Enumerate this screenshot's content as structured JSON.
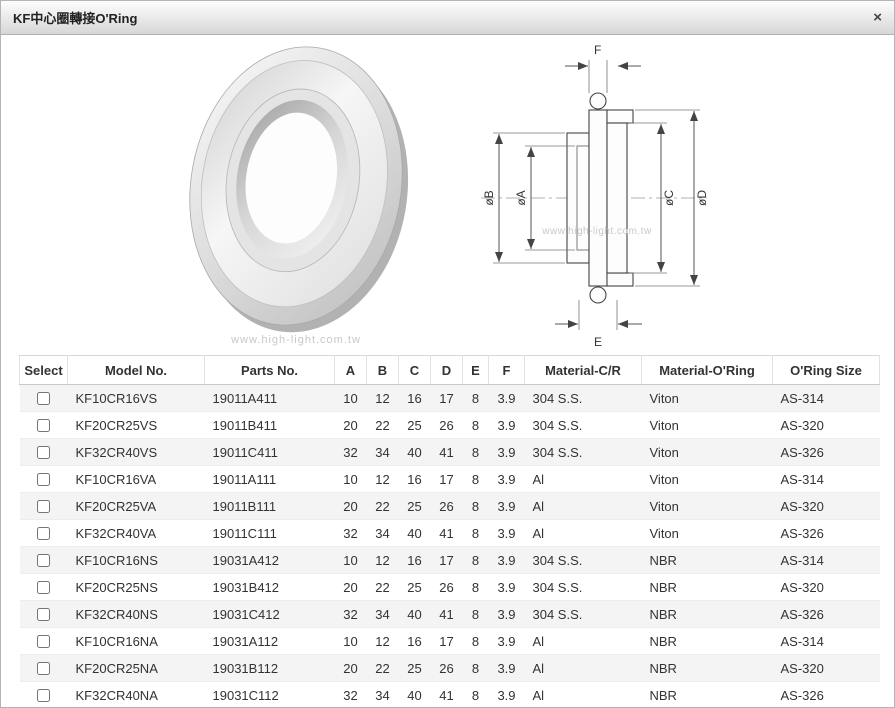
{
  "header": {
    "title": "KF中心圈轉接O'Ring",
    "close_label": "×"
  },
  "figure": {
    "photo_watermark": "www.high-light.com.tw",
    "drawing_watermark": "www.high-light.com.tw",
    "dimension_labels": {
      "f": "F",
      "e": "E",
      "dia_a": "øA",
      "dia_b": "øB",
      "dia_c": "øC",
      "dia_d": "øD"
    }
  },
  "table": {
    "columns": [
      "Select",
      "Model No.",
      "Parts No.",
      "A",
      "B",
      "C",
      "D",
      "E",
      "F",
      "Material-C/R",
      "Material-O'Ring",
      "O'Ring Size"
    ],
    "rows": [
      {
        "model": "KF10CR16VS",
        "parts": "19011A411",
        "a": "10",
        "b": "12",
        "c": "16",
        "d": "17",
        "e": "8",
        "f": "3.9",
        "material_cr": "304 S.S.",
        "material_oring": "Viton",
        "oring_size": "AS-314"
      },
      {
        "model": "KF20CR25VS",
        "parts": "19011B411",
        "a": "20",
        "b": "22",
        "c": "25",
        "d": "26",
        "e": "8",
        "f": "3.9",
        "material_cr": "304 S.S.",
        "material_oring": "Viton",
        "oring_size": "AS-320"
      },
      {
        "model": "KF32CR40VS",
        "parts": "19011C411",
        "a": "32",
        "b": "34",
        "c": "40",
        "d": "41",
        "e": "8",
        "f": "3.9",
        "material_cr": "304 S.S.",
        "material_oring": "Viton",
        "oring_size": "AS-326"
      },
      {
        "model": "KF10CR16VA",
        "parts": "19011A111",
        "a": "10",
        "b": "12",
        "c": "16",
        "d": "17",
        "e": "8",
        "f": "3.9",
        "material_cr": "Al",
        "material_oring": "Viton",
        "oring_size": "AS-314"
      },
      {
        "model": "KF20CR25VA",
        "parts": "19011B111",
        "a": "20",
        "b": "22",
        "c": "25",
        "d": "26",
        "e": "8",
        "f": "3.9",
        "material_cr": "Al",
        "material_oring": "Viton",
        "oring_size": "AS-320"
      },
      {
        "model": "KF32CR40VA",
        "parts": "19011C111",
        "a": "32",
        "b": "34",
        "c": "40",
        "d": "41",
        "e": "8",
        "f": "3.9",
        "material_cr": "Al",
        "material_oring": "Viton",
        "oring_size": "AS-326"
      },
      {
        "model": "KF10CR16NS",
        "parts": "19031A412",
        "a": "10",
        "b": "12",
        "c": "16",
        "d": "17",
        "e": "8",
        "f": "3.9",
        "material_cr": "304 S.S.",
        "material_oring": "NBR",
        "oring_size": "AS-314"
      },
      {
        "model": "KF20CR25NS",
        "parts": "19031B412",
        "a": "20",
        "b": "22",
        "c": "25",
        "d": "26",
        "e": "8",
        "f": "3.9",
        "material_cr": "304 S.S.",
        "material_oring": "NBR",
        "oring_size": "AS-320"
      },
      {
        "model": "KF32CR40NS",
        "parts": "19031C412",
        "a": "32",
        "b": "34",
        "c": "40",
        "d": "41",
        "e": "8",
        "f": "3.9",
        "material_cr": "304 S.S.",
        "material_oring": "NBR",
        "oring_size": "AS-326"
      },
      {
        "model": "KF10CR16NA",
        "parts": "19031A112",
        "a": "10",
        "b": "12",
        "c": "16",
        "d": "17",
        "e": "8",
        "f": "3.9",
        "material_cr": "Al",
        "material_oring": "NBR",
        "oring_size": "AS-314"
      },
      {
        "model": "KF20CR25NA",
        "parts": "19031B112",
        "a": "20",
        "b": "22",
        "c": "25",
        "d": "26",
        "e": "8",
        "f": "3.9",
        "material_cr": "Al",
        "material_oring": "NBR",
        "oring_size": "AS-320"
      },
      {
        "model": "KF32CR40NA",
        "parts": "19031C112",
        "a": "32",
        "b": "34",
        "c": "40",
        "d": "41",
        "e": "8",
        "f": "3.9",
        "material_cr": "Al",
        "material_oring": "NBR",
        "oring_size": "AS-326"
      }
    ]
  }
}
